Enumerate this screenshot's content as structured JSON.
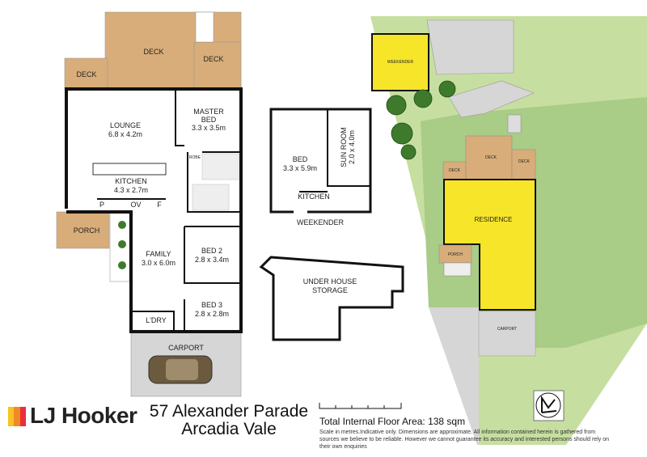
{
  "main_house": {
    "decks": [
      "DECK",
      "DECK",
      "DECK"
    ],
    "rooms": [
      {
        "name": "LOUNGE",
        "size": "6.8 x 4.2m"
      },
      {
        "name": "MASTER",
        "name2": "BED",
        "size": "3.3 x 3.5m"
      },
      {
        "name": "KITCHEN",
        "size": "4.3 x 2.7m"
      },
      {
        "name": "FAMILY",
        "size": "3.0 x 6.0m"
      },
      {
        "name": "BED 2",
        "size": "2.8 x 3.4m"
      },
      {
        "name": "BED 3",
        "size": "2.8 x 2.8m"
      }
    ],
    "porch": "PORCH",
    "laundry": "L'DRY",
    "carport": "CARPORT",
    "robe": "ROBE",
    "pantry": "P",
    "oven": "OV",
    "fridge": "F"
  },
  "weekender": {
    "title": "WEEKENDER",
    "bed": {
      "name": "BED",
      "size": "3.3 x 5.9m"
    },
    "sunroom": {
      "name": "SUN ROOM",
      "size": "2.0 x 4.0m"
    },
    "kitchen": "KITCHEN"
  },
  "storage": {
    "line1": "UNDER HOUSE",
    "line2": "STORAGE"
  },
  "site": {
    "weekender": "WEEKENDER",
    "residence": "RESIDENCE",
    "deck": "DECK",
    "porch": "PORCH",
    "carport": "CARPORT"
  },
  "footer": {
    "brand": "LJ Hooker",
    "address_line1": "57 Alexander Parade",
    "address_line2": "Arcadia Vale",
    "total_area": "Total Internal Floor Area: 138 sqm",
    "disclaimer": "Scale in metres.Indicative only. Dimensions are approximate. All information contained herein is gathered from sources we believe to be reliable. However we cannot guarantee its accuracy and interested persons should rely on their own enquiries"
  },
  "colors": {
    "deck": "#d8ad7a",
    "residence": "#f7e52a",
    "lawn": "#c6dfa0",
    "lawn_dark": "#a9cc86",
    "carport": "#d6d6d6",
    "brand_yellow": "#f6c323",
    "brand_orange": "#f08a24",
    "brand_red": "#e8303c"
  }
}
